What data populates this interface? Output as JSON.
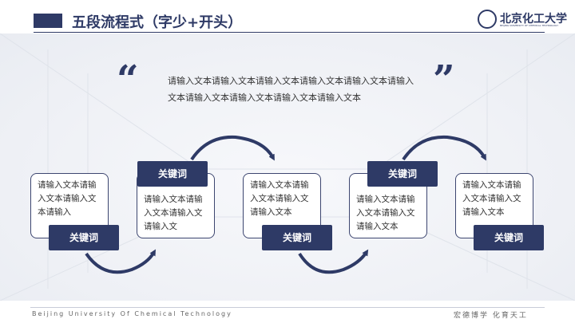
{
  "header": {
    "title": "五段流程式（字少+开头）",
    "logo_text": "北京化工大学",
    "logo_subtext": "BEIJING UNIVERSITY OF CHEMICAL TECHNOLOGY"
  },
  "intro": {
    "open_quote": "“",
    "close_quote": "”",
    "text": "请输入文本请输入文本请输入文本请输入文本请输入文本请输入文本请输入文本请输入文本请输入文本请输入文本"
  },
  "steps": [
    {
      "keyword": "关键词",
      "text": "请输入文本请输入文本请输入文本请输入"
    },
    {
      "keyword": "关键词",
      "text": "请输入文本请输入文本请输入文请输入文"
    },
    {
      "keyword": "关键词",
      "text": "请输入文本请输入文本请输入文请输入文本"
    },
    {
      "keyword": "关键词",
      "text": "请输入文本请输入文本请输入文请输入文本"
    },
    {
      "keyword": "关键词",
      "text": "请输入文本请输入文本请输入文请输入文本"
    }
  ],
  "footer": {
    "left": "Beijing University Of Chemical Technology",
    "right": "宏德博学    化育天工"
  },
  "colors": {
    "primary": "#2e3a66",
    "card_border": "#3d4670"
  }
}
